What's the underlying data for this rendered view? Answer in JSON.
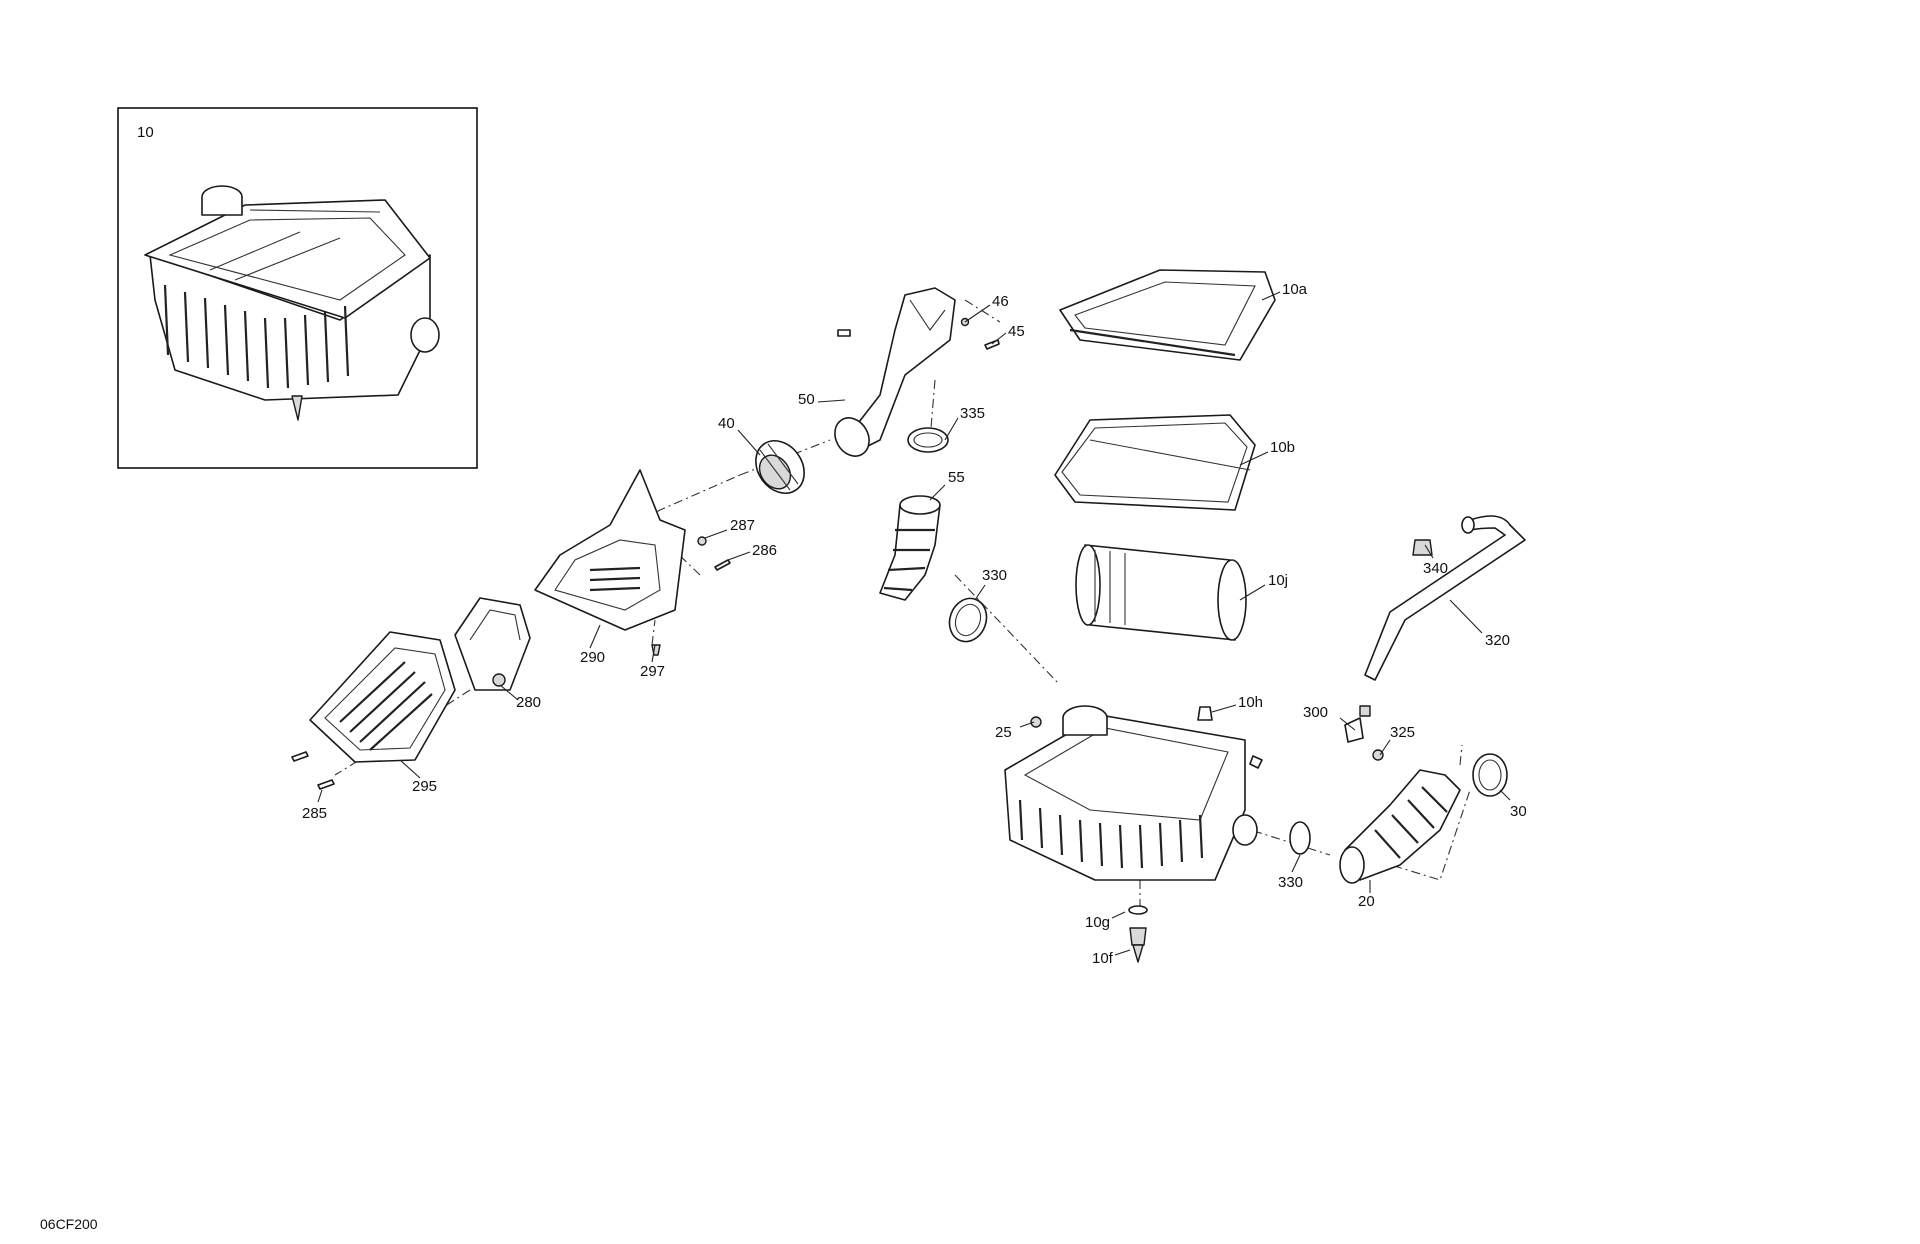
{
  "diagram": {
    "drawing_code": "06CF200",
    "inset_label": "10",
    "callouts": [
      "10a",
      "46",
      "45",
      "50",
      "335",
      "40",
      "55",
      "10b",
      "287",
      "286",
      "330",
      "10j",
      "340",
      "290",
      "297",
      "320",
      "280",
      "10h",
      "300",
      "25",
      "325",
      "30",
      "295",
      "285",
      "330",
      "20",
      "10g",
      "10f"
    ]
  }
}
